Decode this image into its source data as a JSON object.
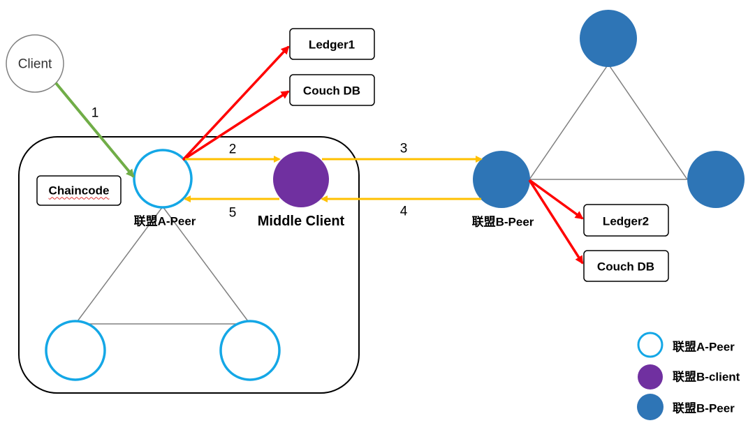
{
  "diagram": {
    "client": {
      "label": "Client"
    },
    "chaincode": {
      "label": "Chaincode"
    },
    "ledger1": {
      "label": "Ledger1"
    },
    "couchdb_a": {
      "label": "Couch DB"
    },
    "ledger2": {
      "label": "Ledger2"
    },
    "couchdb_b": {
      "label": "Couch DB"
    },
    "peer_a": {
      "label": "联盟A-Peer"
    },
    "middle_client": {
      "label": "Middle Client"
    },
    "peer_b": {
      "label": "联盟B-Peer"
    },
    "steps": {
      "s1": "1",
      "s2": "2",
      "s3": "3",
      "s4": "4",
      "s5": "5"
    }
  },
  "legend": {
    "items": [
      {
        "label": "联盟A-Peer"
      },
      {
        "label": "联盟B-client"
      },
      {
        "label": "联盟B-Peer"
      }
    ]
  },
  "colors": {
    "peer_a_stroke": "#14a7e6",
    "middle_client_fill": "#7030a0",
    "peer_b_fill": "#2e75b6",
    "flow_arrow": "#ffc000",
    "write_arrow": "#ff0000",
    "client_arrow": "#70ad47"
  }
}
